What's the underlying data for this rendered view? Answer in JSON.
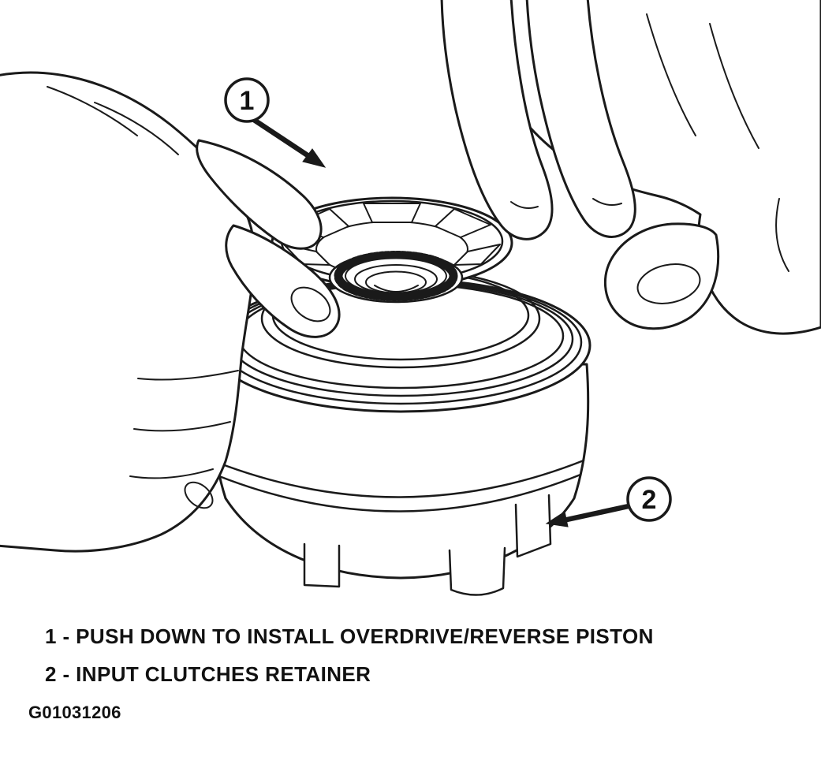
{
  "figure": {
    "callouts": [
      {
        "number": "1"
      },
      {
        "number": "2"
      }
    ],
    "legend": [
      "1 - PUSH DOWN TO INSTALL OVERDRIVE/REVERSE PISTON",
      "2 - INPUT CLUTCHES RETAINER"
    ],
    "figure_id": "G01031206",
    "colors": {
      "line": "#1a1a1a",
      "background": "#ffffff"
    }
  }
}
